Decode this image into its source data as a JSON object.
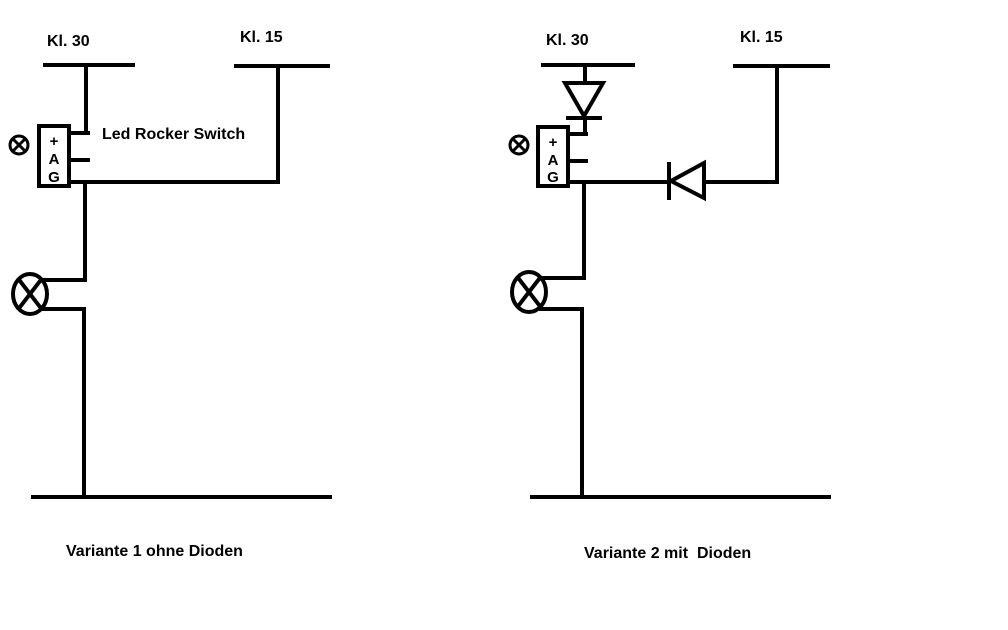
{
  "variant1": {
    "terminal_30": "Kl. 30",
    "terminal_15": "Kl. 15",
    "switch_label": "Led Rocker Switch",
    "pin_plus": "+",
    "pin_a": "A",
    "pin_g": "G",
    "caption": "Variante 1 ohne Dioden"
  },
  "variant2": {
    "terminal_30": "Kl. 30",
    "terminal_15": "Kl. 15",
    "pin_plus": "+",
    "pin_a": "A",
    "pin_g": "G",
    "caption": "Variante 2 mit  Dioden"
  }
}
